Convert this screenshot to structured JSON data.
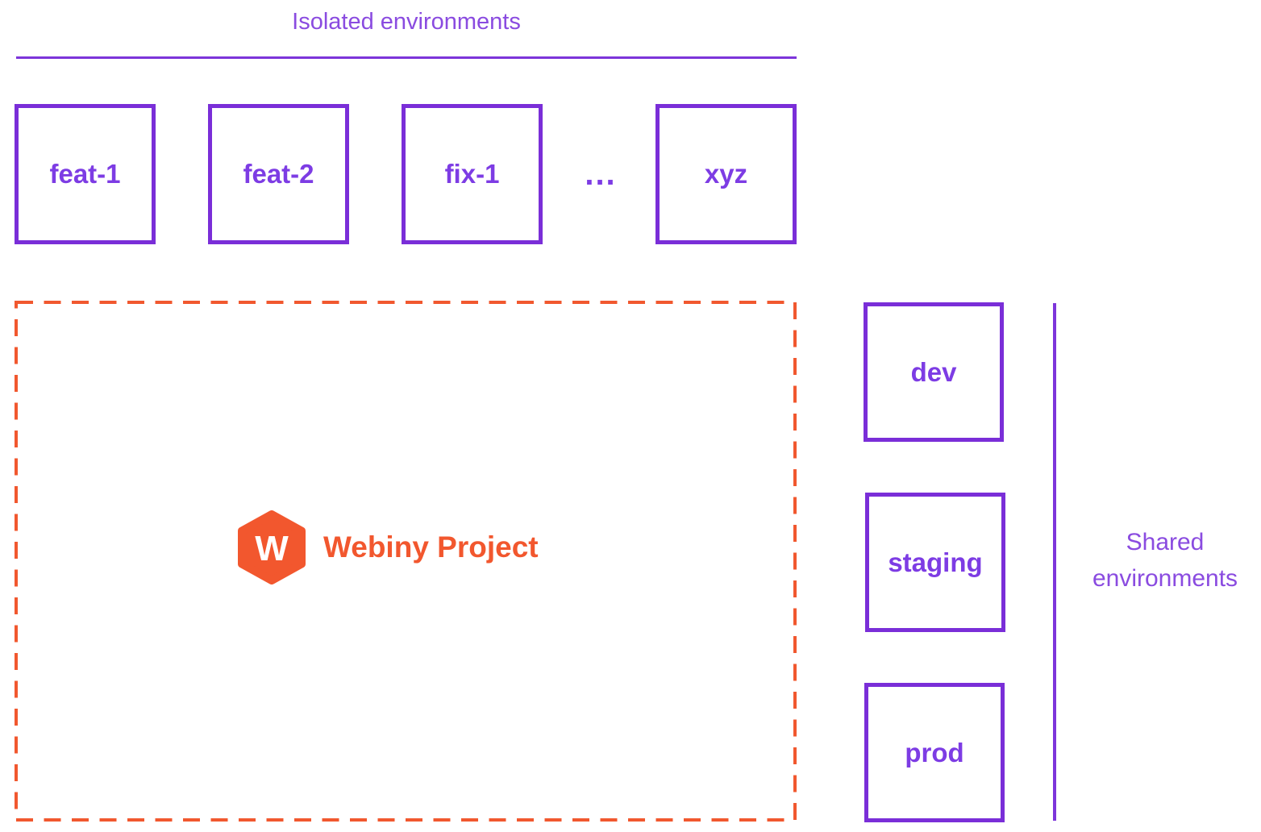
{
  "colors": {
    "purple_border": "#7a2ed8",
    "purple_text": "#7d3ce4",
    "purple_heading": "#8a4be0",
    "purple_line": "#7d35da",
    "orange": "#f2572e",
    "orange_dash": "#f1582f"
  },
  "isolated_environments": {
    "title": "Isolated environments",
    "boxes": [
      {
        "label": "feat-1"
      },
      {
        "label": "feat-2"
      },
      {
        "label": "fix-1"
      },
      {
        "label": "xyz"
      }
    ],
    "ellipsis": "..."
  },
  "webiny_project": {
    "label": "Webiny Project",
    "logo_icon": "webiny-hexagon-logo",
    "logo_letter": "W"
  },
  "shared_environments": {
    "title_line1": "Shared",
    "title_line2": "environments",
    "boxes": [
      {
        "label": "dev"
      },
      {
        "label": "staging"
      },
      {
        "label": "prod"
      }
    ]
  }
}
